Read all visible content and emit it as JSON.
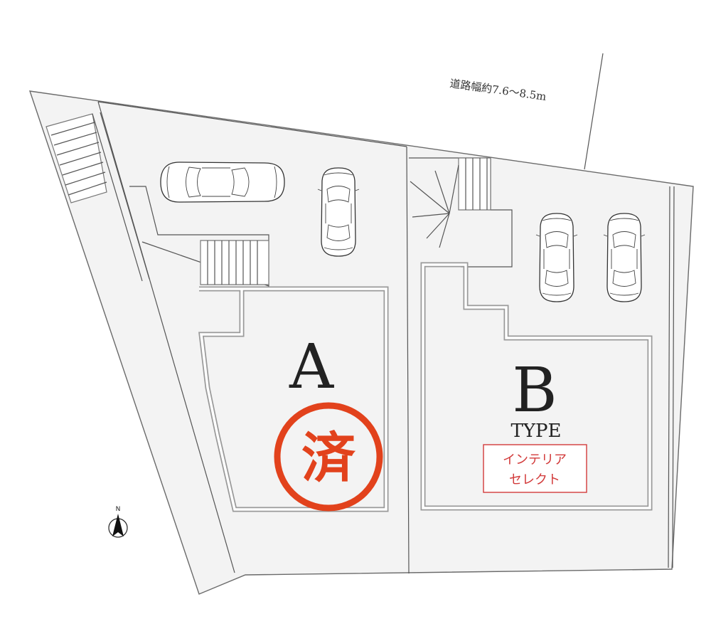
{
  "road": {
    "label": "道路幅約7.6～8.5m"
  },
  "units": [
    {
      "letter": "A",
      "type_label": "",
      "stamp": "済"
    },
    {
      "letter": "B",
      "type_label": "TYPE",
      "select_lines": [
        "インテリア",
        "セレクト"
      ]
    }
  ],
  "north": {
    "label": "N"
  },
  "colors": {
    "stamp": "#e2421c",
    "select_text": "#d23a3a",
    "wall": "#9a9a9a",
    "lot_fill": "#f3f3f3"
  }
}
